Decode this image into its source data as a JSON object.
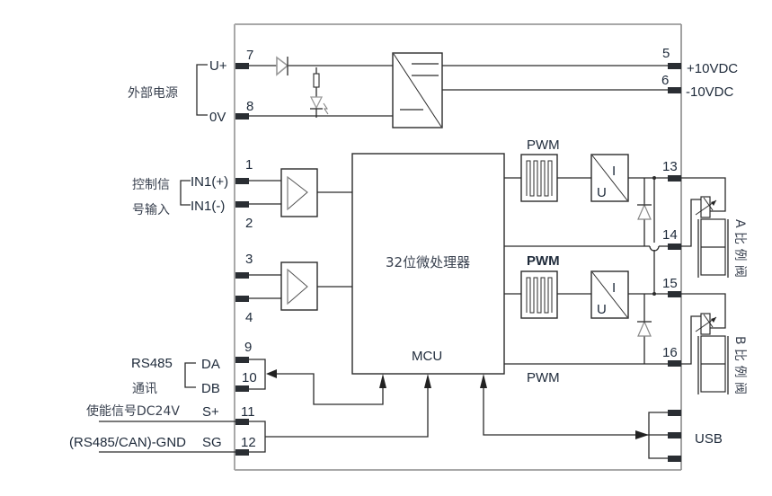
{
  "power": {
    "label": "外部电源",
    "u_plus": "U+",
    "zero_v": "0V",
    "pin_u_plus": "7",
    "pin_0v": "8"
  },
  "ref_outputs": {
    "pin_plus": "5",
    "pin_minus": "6",
    "plus_label": "+10VDC",
    "minus_label": "-10VDC"
  },
  "control_input": {
    "label_line1": "控制信",
    "label_line2": "号输入",
    "in_plus": "IN1(+)",
    "in_minus": "IN1(-)",
    "pin1": "1",
    "pin2": "2",
    "pin3": "3",
    "pin4": "4"
  },
  "mcu": {
    "title": "32位微处理器",
    "label": "MCU"
  },
  "pwm_labels": {
    "a": "PWM",
    "b": "PWM",
    "c": "PWM"
  },
  "converter": {
    "i": "I",
    "u": "U"
  },
  "outputs": {
    "pin13": "13",
    "pin14": "14",
    "pin15": "15",
    "pin16": "16",
    "valve_a": "A 比 例 阀",
    "valve_b": "B 比 例 阀"
  },
  "rs485": {
    "label_line1": "RS485",
    "label_line2": "通讯",
    "da": "DA",
    "db": "DB",
    "pin9": "9",
    "pin10": "10"
  },
  "enable": {
    "label": "使能信号DC24V",
    "s_plus": "S+",
    "pin11": "11",
    "gnd_label": "(RS485/CAN)-GND",
    "sg": "SG",
    "pin12": "12"
  },
  "usb": {
    "label": "USB"
  }
}
